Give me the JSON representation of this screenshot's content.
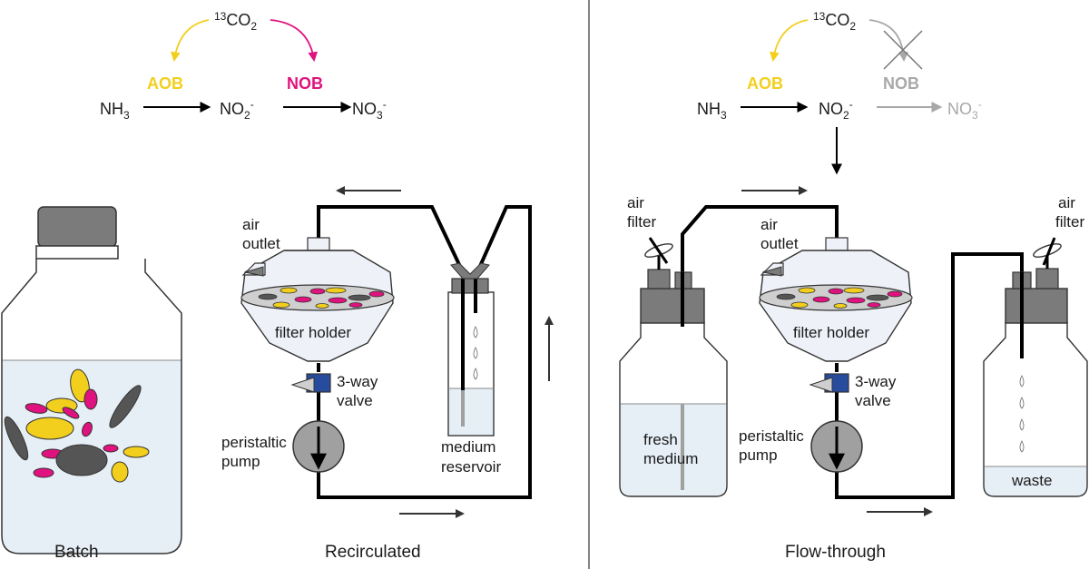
{
  "colors": {
    "aob": "#f2cf1d",
    "nob": "#e0127f",
    "cap_grey": "#7b7b7b",
    "valve_blue": "#274c9e",
    "medium": "#e6eff6",
    "inactive": "#a8a8a8"
  },
  "panels": {
    "batch": {
      "caption": "Batch"
    },
    "recirculated": {
      "caption": "Recirculated",
      "co2": "CO",
      "co2_iso": "13",
      "co2_sub": "2",
      "aob": "AOB",
      "nob": "NOB",
      "nh3": "NH",
      "nh3_sub": "3",
      "no2": "NO",
      "no2_sub": "2",
      "no2_sup": "-",
      "no3": "NO",
      "no3_sub": "3",
      "no3_sup": "-",
      "air_outlet_1": "air",
      "air_outlet_2": "outlet",
      "filter_holder": "filter holder",
      "valve_1": "3-way",
      "valve_2": "valve",
      "pump_1": "peristaltic",
      "pump_2": "pump",
      "reservoir_1": "medium",
      "reservoir_2": "reservoir"
    },
    "flow_through": {
      "caption": "Flow-through",
      "co2": "CO",
      "co2_iso": "13",
      "co2_sub": "2",
      "aob": "AOB",
      "nob": "NOB",
      "nh3": "NH",
      "nh3_sub": "3",
      "no2": "NO",
      "no2_sub": "2",
      "no2_sup": "-",
      "no3": "NO",
      "no3_sub": "3",
      "no3_sup": "-",
      "air_filter_left_1": "air",
      "air_filter_left_2": "filter",
      "air_filter_right_1": "air",
      "air_filter_right_2": "filter",
      "air_outlet_1": "air",
      "air_outlet_2": "outlet",
      "filter_holder": "filter holder",
      "valve_1": "3-way",
      "valve_2": "valve",
      "pump_1": "peristaltic",
      "pump_2": "pump",
      "fresh_1": "fresh",
      "fresh_2": "medium",
      "waste": "waste"
    }
  }
}
